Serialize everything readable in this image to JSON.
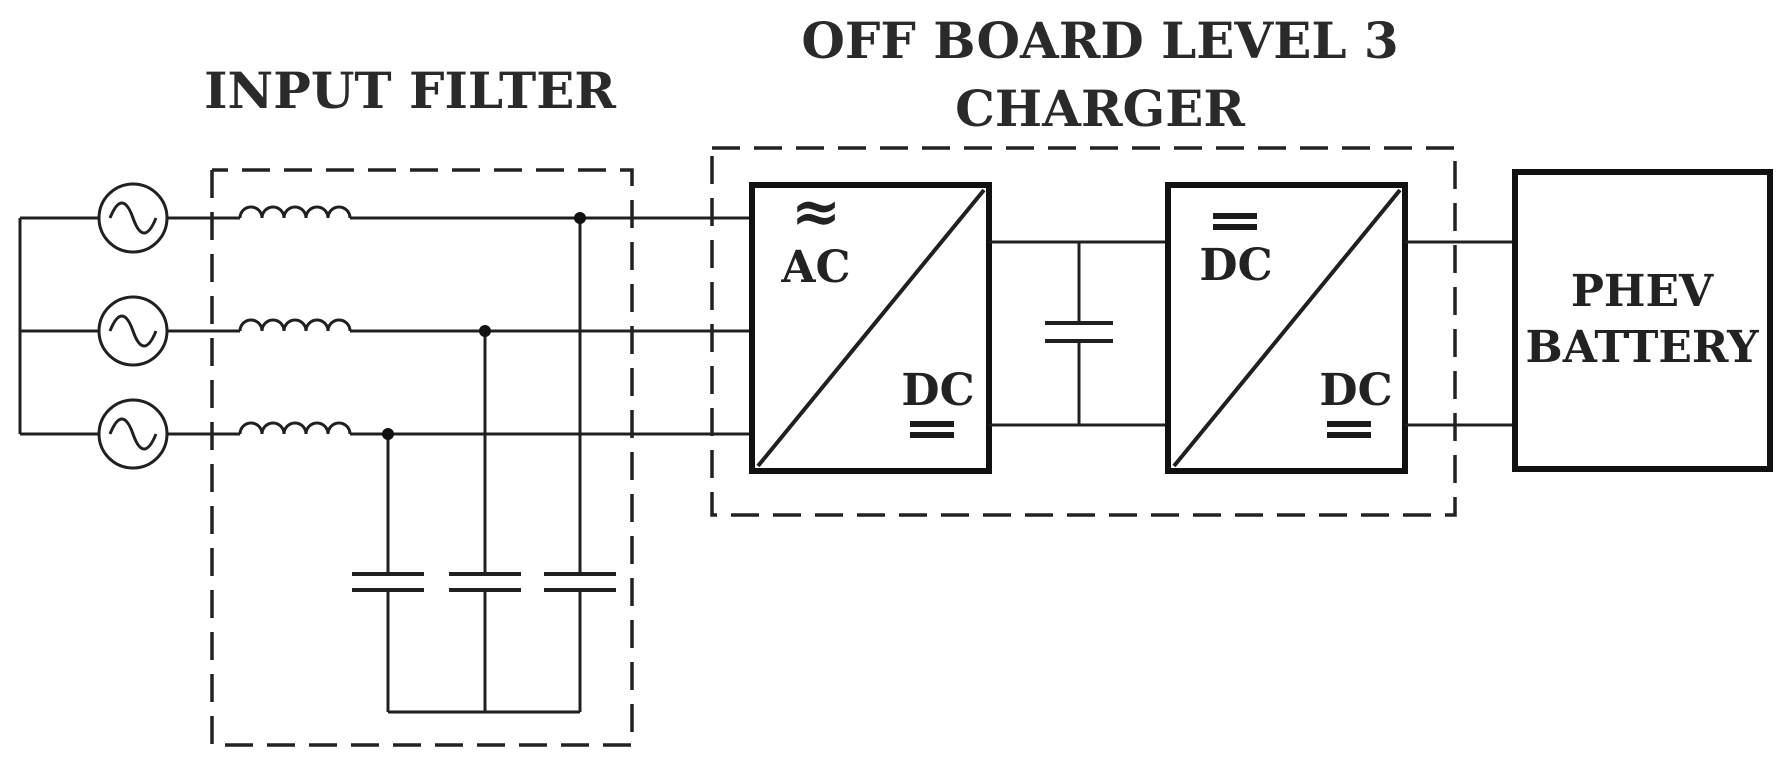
{
  "titles": {
    "input_filter": "INPUT FILTER",
    "charger_line1": "OFF BOARD LEVEL 3",
    "charger_line2": "CHARGER"
  },
  "converter_ac_dc": {
    "symbol_ac": "≈",
    "label_in": "AC",
    "label_out": "DC",
    "symbol_dc": "═"
  },
  "converter_dc_dc": {
    "symbol_dc_in": "═",
    "label_in": "DC",
    "label_out": "DC",
    "symbol_dc_out": "═"
  },
  "battery": {
    "line1": "PHEV",
    "line2": "BATTERY"
  }
}
